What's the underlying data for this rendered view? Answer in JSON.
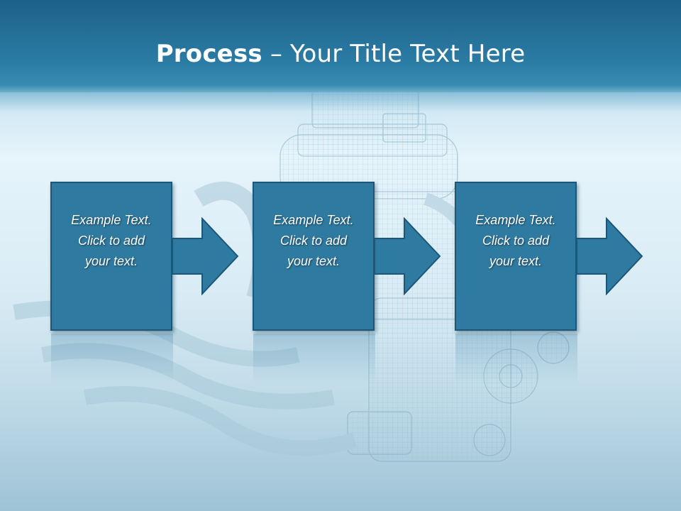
{
  "slide": {
    "title_bold": "Process",
    "title_rest": " – Your Title Text Here"
  },
  "steps": [
    {
      "line1": "Example Text.",
      "line2": "Click  to add",
      "line3": "your text."
    },
    {
      "line1": "Example Text.",
      "line2": "Click  to add",
      "line3": "your text."
    },
    {
      "line1": "Example Text.",
      "line2": "Click  to add",
      "line3": "your text."
    }
  ],
  "colors": {
    "box_fill": "#2f7aa1",
    "box_border": "#1c5678",
    "title_bar": "#2a7ba4"
  },
  "background_image": "engine-wireframe"
}
